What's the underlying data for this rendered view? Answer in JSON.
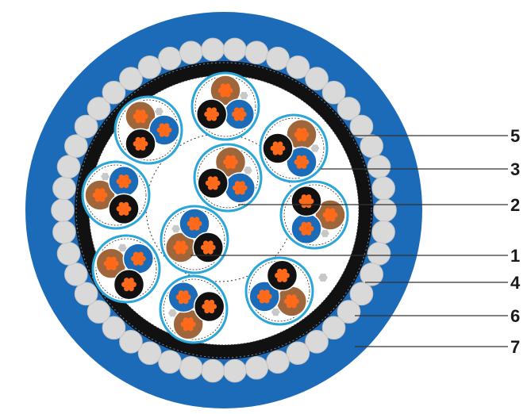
{
  "colors": {
    "outer_sheath": "#1c6bb8",
    "armour_wire": "#d9d9d9",
    "armour_wire_edge": "#c4c4c4",
    "bedding_black": "#111111",
    "inner_fill": "#ffffff",
    "unit_screen": "#2aa6d8",
    "brown_core": "#a0663b",
    "blue_core": "#1c6bb8",
    "black_core": "#111111",
    "conductor": "#ff6a1a",
    "drain_wire": "#c8c8c8",
    "leader_line": "#333333"
  },
  "cable": {
    "unit_count": 10,
    "cores_per_unit": [
      "brown-core",
      "blue-core",
      "black-core"
    ]
  },
  "callouts": [
    {
      "id": "c5",
      "number": "5"
    },
    {
      "id": "c3",
      "number": "3"
    },
    {
      "id": "c2",
      "number": "2"
    },
    {
      "id": "c1",
      "number": "1"
    },
    {
      "id": "c4",
      "number": "4"
    },
    {
      "id": "c6",
      "number": "6"
    },
    {
      "id": "c7",
      "number": "7"
    }
  ]
}
